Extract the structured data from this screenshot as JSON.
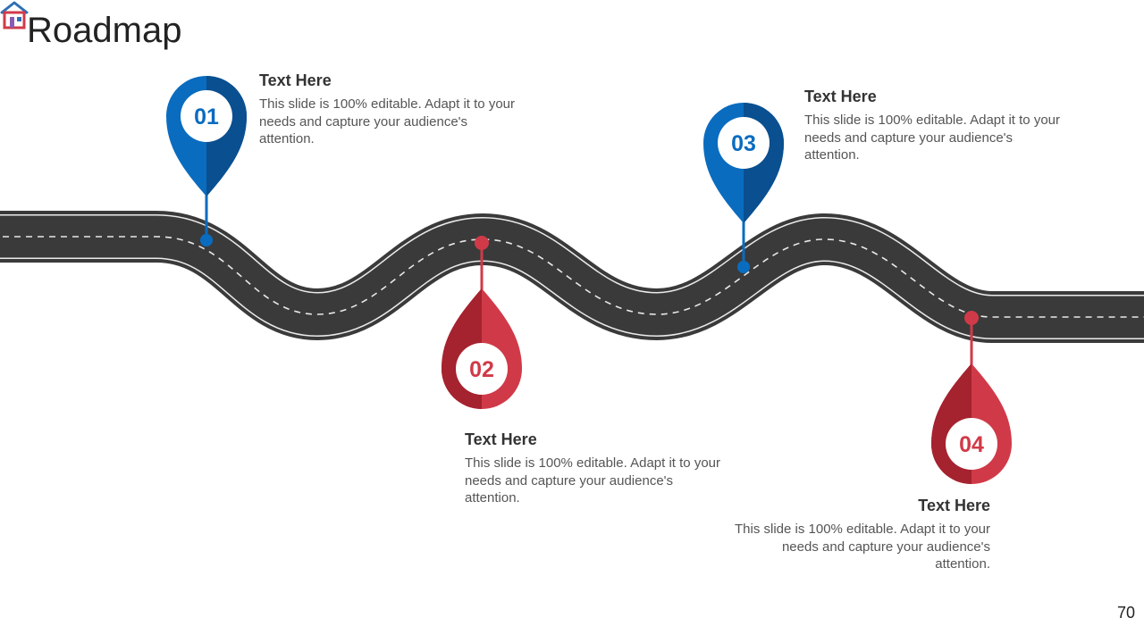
{
  "slide": {
    "title": "Roadmap",
    "page_number": "70"
  },
  "colors": {
    "blue": "#0a6cbf",
    "blue_dark": "#0a4f8f",
    "red": "#d03a48",
    "red_dark": "#a5222f",
    "road": "#3a3a3a"
  },
  "milestones": [
    {
      "number": "01",
      "heading": "Text Here",
      "body": "This slide is 100% editable. Adapt it to your needs and capture your audience's attention."
    },
    {
      "number": "02",
      "heading": "Text Here",
      "body": "This slide is 100% editable. Adapt it to your needs and capture your audience's attention."
    },
    {
      "number": "03",
      "heading": "Text Here",
      "body": "This slide is 100% editable. Adapt it to your needs and capture your audience's attention."
    },
    {
      "number": "04",
      "heading": "Text Here",
      "body": "This slide is 100% editable. Adapt it to your needs and capture your audience's attention."
    }
  ]
}
